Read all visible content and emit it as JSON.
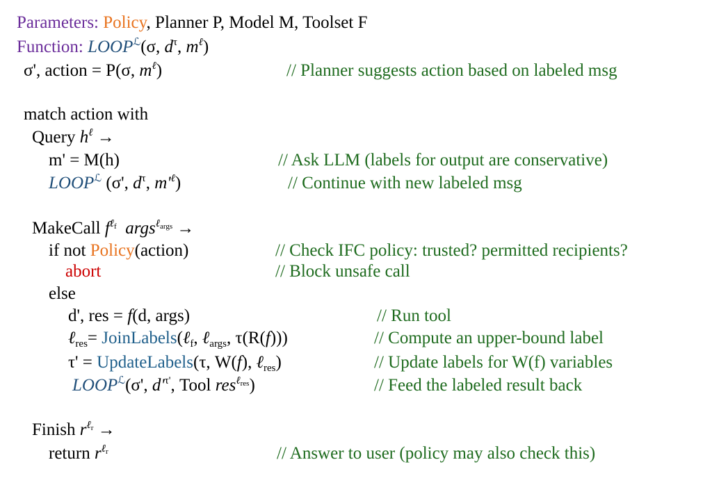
{
  "algorithm": {
    "params_label": "Parameters:",
    "policy": "Policy",
    "params_rest": ", Planner P, Model M, Toolset F",
    "function_label": "Function:",
    "loop": "LOOP",
    "script_L": "ℒ",
    "sigma_args": "(σ, ",
    "d": "d",
    "tau": "τ",
    "comma_m": ", ",
    "m": "m",
    "ell": "ℓ",
    "close": ")",
    "line_planner_code": "σ', action = P(σ, ",
    "line_planner_comment": "// Planner suggests action based on labeled msg",
    "match": "match action with",
    "query": "Query ",
    "h": "h",
    "arrow": " →",
    "m_prime_code": "m' = M(h)",
    "m_prime_comment": "// Ask LLM (labels for output are conservative)",
    "loop2_args": " (σ', ",
    "m_prime_ell": "m'",
    "loop2_comment": "// Continue with new labeled msg",
    "makecall": "MakeCall ",
    "f": "f",
    "ell_f_sub": "f",
    "args": "args",
    "ell_args_sub": "args",
    "if_not": "if not ",
    "action_paren": "(action)",
    "if_comment": "// Check IFC policy: trusted? permitted recipients?",
    "abort": "abort",
    "abort_comment": "// Block unsafe call",
    "else": "else",
    "run_code_a": "d', res = ",
    "run_code_b": "(d, args)",
    "run_comment": "// Run tool",
    "res_sub": "res",
    "eq": "= ",
    "join": "JoinLabels",
    "join_args_a": "(",
    "join_args_b": ", ",
    "join_args_c": ", τ(R(",
    "join_args_d": ")))",
    "join_comment": "// Compute an upper-bound label",
    "tau_prime": "τ' = ",
    "update": "UpdateLabels",
    "update_args_a": "(τ, W(",
    "update_args_b": "), ",
    "update_args_c": ")",
    "update_comment": "// Update labels for W(f) variables",
    "loop3_args_a": "(σ', ",
    "d_prime": "d'",
    "tau_prime_sup": "τ'",
    "loop3_args_b": ", Tool ",
    "res": "res",
    "loop3_comment": "// Feed the labeled result back",
    "finish": "Finish ",
    "r": "r",
    "r_sub": "r",
    "return": "return ",
    "return_comment": "// Answer to user (policy may also check this)"
  }
}
